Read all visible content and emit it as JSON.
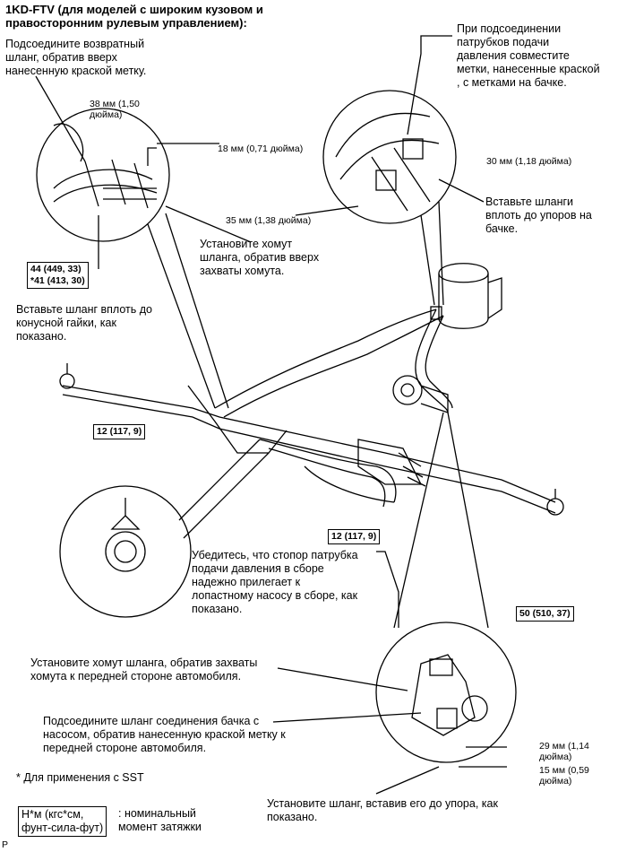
{
  "title": "1KD-FTV (для моделей с широким кузовом и\nправосторонним рулевым управлением):",
  "callouts": {
    "return_hose": "Подсоедините возвратный\nшланг, обратив вверх\nнанесенную краской метку.",
    "pressure_tubes": "При подсоединении\nпатрубков подачи\nдавления совместите\nметки, нанесенные краской\n, с метками на бачке.",
    "dim_38": "38 мм (1,50\nдюйма)",
    "dim_18": "18 мм (0,71 дюйма)",
    "dim_30": "30 мм (1,18 дюйма)",
    "dim_35": "35 мм (1,38 дюйма)",
    "insert_hoses_tank": "Вставьте шланги\nвплоть до упоров на\nбачке.",
    "install_clamp_up": "Установите хомут\nшланга, обратив вверх\nзахваты хомута.",
    "insert_hose_nut": "Вставьте шланг вплоть до\nконусной гайки, как\nпоказано.",
    "check_stopper": "Убедитесь, что стопор патрубка\nподачи давления в сборе\nнадежно прилегает к\nлопастному насосу в сборе, как\nпоказано.",
    "install_clamp_front": "Установите хомут шланга, обратив захваты\nхомута к передней стороне автомобиля.",
    "connect_tank_pump": "Подсоедините шланг соединения бачка с\nнасосом, обратив нанесенную краской метку к\nпередней стороне автомобиля.",
    "dim_29": "29 мм (1,14\nдюйма)",
    "dim_15": "15 мм (0,59\nдюйма)",
    "install_hose_stop": "Установите шланг, вставив его до упора, как\nпоказано.",
    "sst_note": "* Для применения с SST"
  },
  "torques": {
    "t44": "44 (449, 33)\n*41 (413, 30)",
    "t12a": "12 (117, 9)",
    "t12b": "12 (117, 9)",
    "t50": "50 (510, 37)"
  },
  "legend": {
    "unit": "Н*м (кгс*см,\nфунт-сила-фут)",
    "desc": ": номинальный\nмомент затяжки"
  },
  "corner_mark": "P"
}
